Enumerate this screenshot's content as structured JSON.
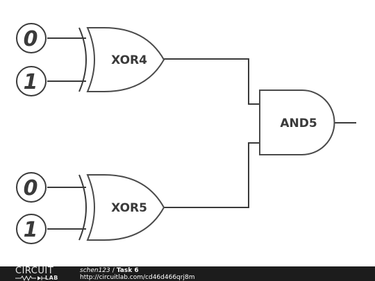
{
  "diagram": {
    "inputs": [
      {
        "id": "in-xor4-a",
        "value": "0"
      },
      {
        "id": "in-xor4-b",
        "value": "1"
      },
      {
        "id": "in-xor5-a",
        "value": "0"
      },
      {
        "id": "in-xor5-b",
        "value": "1"
      }
    ],
    "gates": [
      {
        "id": "xor4",
        "type": "XOR",
        "label": "XOR4"
      },
      {
        "id": "xor5",
        "type": "XOR",
        "label": "XOR5"
      },
      {
        "id": "and5",
        "type": "AND",
        "label": "AND5"
      }
    ],
    "connections": [
      {
        "from": "in-xor4-a",
        "to": "xor4"
      },
      {
        "from": "in-xor4-b",
        "to": "xor4"
      },
      {
        "from": "in-xor5-a",
        "to": "xor5"
      },
      {
        "from": "in-xor5-b",
        "to": "xor5"
      },
      {
        "from": "xor4",
        "to": "and5"
      },
      {
        "from": "xor5",
        "to": "and5"
      }
    ]
  },
  "footer": {
    "logo_top": "CIRCUIT",
    "logo_bottom": "LAB",
    "author": "schen123",
    "separator": "/",
    "title": "Task 6",
    "url": "http://circuitlab.com/cd46d466qrj8m"
  },
  "colors": {
    "stroke": "#3a3a3a",
    "footer_bg": "#1c1c1c"
  }
}
